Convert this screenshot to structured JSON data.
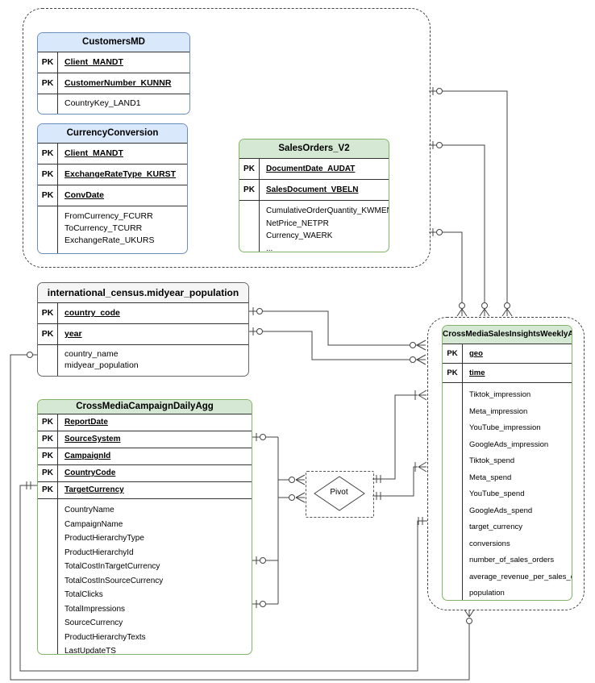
{
  "pk_label": "PK",
  "pivot": {
    "label": "Pivot"
  },
  "colors": {
    "blue_header": "#dae8fc",
    "blue_border": "#6c8ebf",
    "green_header": "#d5e8d4",
    "green_border": "#82b366",
    "gray_header": "#f5f5f5",
    "gray_border": "#666666",
    "line": "#444444"
  },
  "tables": [
    {
      "title": "CustomersMD",
      "theme": "blue",
      "pk": [
        "Client_MANDT",
        "CustomerNumber_KUNNR"
      ],
      "fields": [
        "CountryKey_LAND1",
        "..."
      ]
    },
    {
      "title": "CurrencyConversion",
      "theme": "blue",
      "pk": [
        "Client_MANDT",
        "ExchangeRateType_KURST",
        "ConvDate"
      ],
      "fields": [
        "FromCurrency_FCURR",
        "ToCurrency_TCURR",
        "ExchangeRate_UKURS",
        "..."
      ]
    },
    {
      "title": "SalesOrders_V2",
      "theme": "green",
      "pk": [
        "DocumentDate_AUDAT",
        "SalesDocument_VBELN"
      ],
      "fields": [
        "CumulativeOrderQuantity_KWMENG",
        "NetPrice_NETPR",
        "Currency_WAERK",
        "..."
      ]
    },
    {
      "title": "international_census.midyear_population",
      "theme": "gray",
      "pk": [
        "country_code",
        "year"
      ],
      "fields": [
        "country_name",
        "midyear_population",
        "..."
      ]
    },
    {
      "title": "CrossMediaCampaignDailyAgg",
      "theme": "green",
      "pk": [
        "ReportDate",
        "SourceSystem",
        "CampaignId",
        "CountryCode",
        "TargetCurrency"
      ],
      "fields": [
        "CountryName",
        "CampaignName",
        "ProductHierarchyType",
        "ProductHierarchyId",
        "TotalCostInTargetCurrency",
        "TotalCostInSourceCurrency",
        "TotalClicks",
        "TotalImpressions",
        "SourceCurrency",
        "ProductHierarchyTexts",
        "LastUpdateTS"
      ]
    },
    {
      "title": "CrossMediaSalesInsightsWeeklyAgg",
      "theme": "green",
      "pk": [
        "geo",
        "time"
      ],
      "fields": [
        "Tiktok_impression",
        "Meta_impression",
        "YouTube_impression",
        "GoogleAds_impression",
        "Tiktok_spend",
        "Meta_spend",
        "YouTube_spend",
        "GoogleAds_spend",
        "target_currency",
        "conversions",
        "number_of_sales_orders",
        "average_revenue_per_sales_order",
        "population"
      ]
    }
  ],
  "relationships": [
    {
      "from": "CustomersMD",
      "to": "CrossMediaSalesInsightsWeeklyAgg"
    },
    {
      "from": "CurrencyConversion",
      "to": "CrossMediaSalesInsightsWeeklyAgg"
    },
    {
      "from": "SalesOrders_V2",
      "to": "CrossMediaSalesInsightsWeeklyAgg"
    },
    {
      "from": "international_census.midyear_population",
      "to": "CrossMediaSalesInsightsWeeklyAgg",
      "note": "country_code"
    },
    {
      "from": "international_census.midyear_population",
      "to": "CrossMediaSalesInsightsWeeklyAgg",
      "note": "year"
    },
    {
      "from": "international_census.midyear_population",
      "to": "CrossMediaSalesInsightsWeeklyAgg",
      "note": "bottom loop"
    },
    {
      "from": "CrossMediaCampaignDailyAgg",
      "to": "Pivot",
      "note": "SourceSystem / TotalCostInTargetCurrency / TotalImpressions"
    },
    {
      "from": "Pivot",
      "to": "CrossMediaSalesInsightsWeeklyAgg",
      "note": "upper output"
    },
    {
      "from": "Pivot",
      "to": "CrossMediaSalesInsightsWeeklyAgg",
      "note": "lower output"
    },
    {
      "from": "CrossMediaCampaignDailyAgg",
      "to": "CrossMediaSalesInsightsWeeklyAgg",
      "note": "TargetCurrency loop"
    }
  ]
}
